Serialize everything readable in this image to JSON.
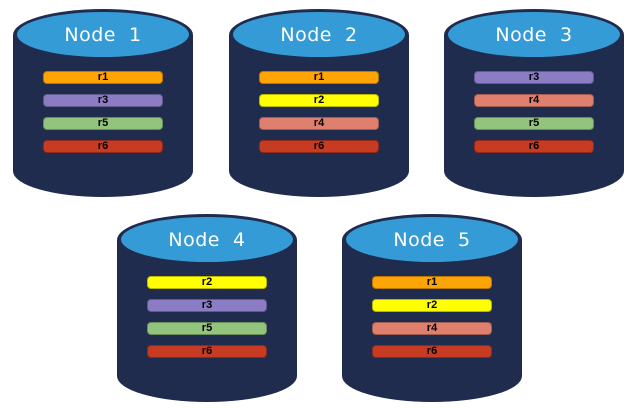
{
  "diagram": {
    "background_color": "#FFFFFF",
    "cylinder": {
      "body_color": "#1F2C4E",
      "top_color": "#359BD6"
    },
    "replica_colors": {
      "r1": "#FFA405",
      "r2": "#FFFF00",
      "r3": "#8B7CC3",
      "r4": "#DF7F6E",
      "r5": "#93C47D",
      "r6": "#C63B22"
    },
    "nodes": [
      {
        "label": "Node",
        "number": "1",
        "replicas": [
          "r1",
          "r3",
          "r5",
          "r6"
        ]
      },
      {
        "label": "Node",
        "number": "2",
        "replicas": [
          "r1",
          "r2",
          "r4",
          "r6"
        ]
      },
      {
        "label": "Node",
        "number": "3",
        "replicas": [
          "r3",
          "r4",
          "r5",
          "r6"
        ]
      },
      {
        "label": "Node",
        "number": "4",
        "replicas": [
          "r2",
          "r3",
          "r5",
          "r6"
        ]
      },
      {
        "label": "Node",
        "number": "5",
        "replicas": [
          "r1",
          "r2",
          "r4",
          "r6"
        ]
      }
    ]
  }
}
